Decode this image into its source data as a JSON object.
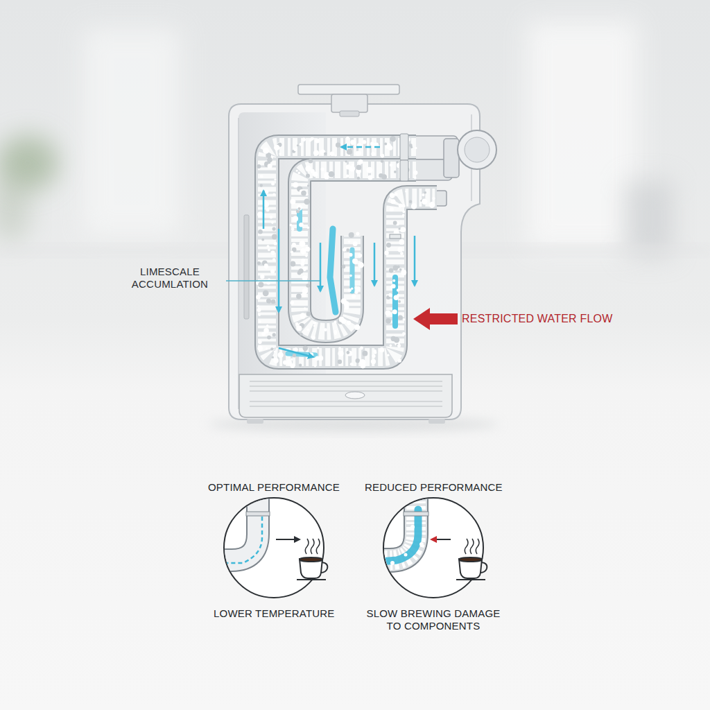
{
  "diagram": {
    "labels": [
      "LIMESCALE ACCUMLATION",
      "RESTRICTED WATER FLOW",
      "OPTIMAL PERFORMANCE",
      "REDUCED PERFORMANCE",
      "LOWER TEMPERATURE",
      "SLOW BREWING DAMAGE TO COMPONENTS"
    ]
  }
}
